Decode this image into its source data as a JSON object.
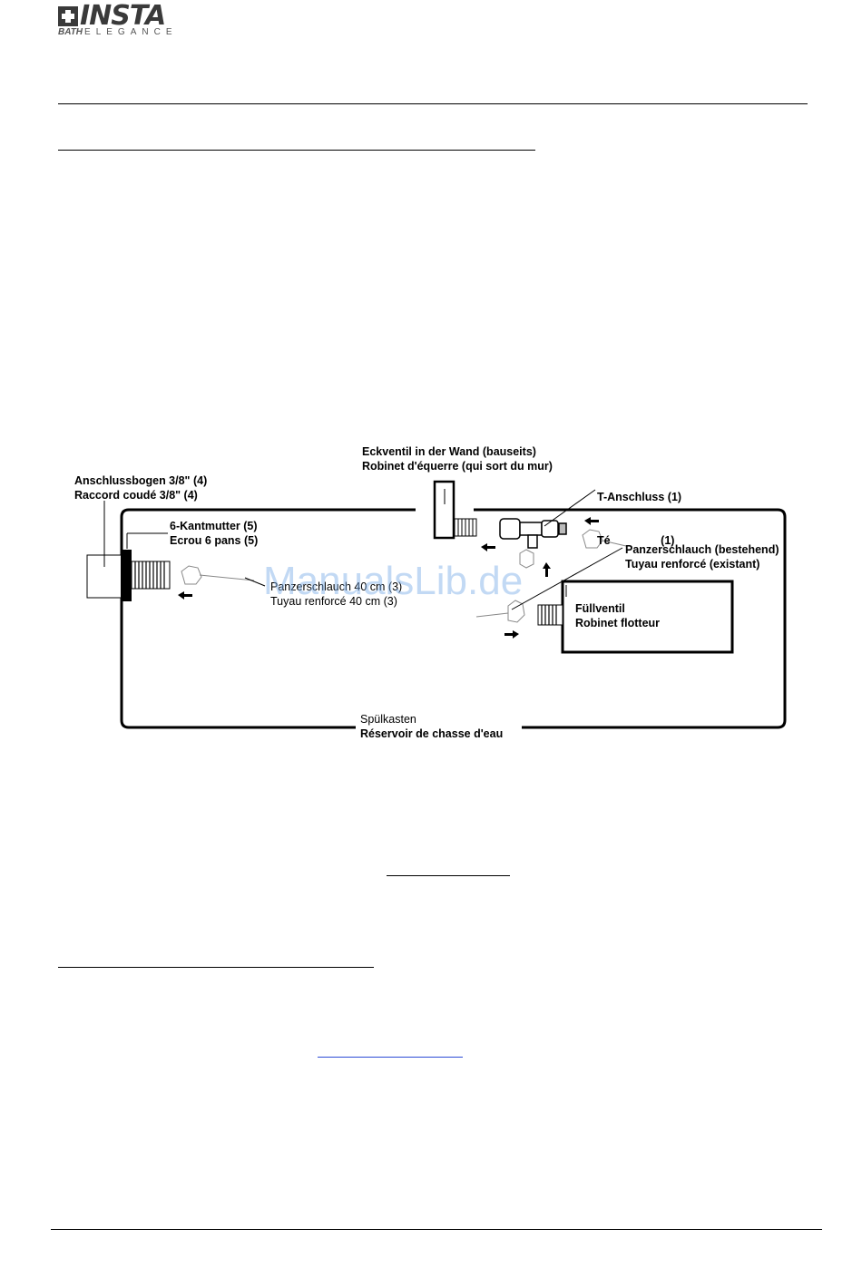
{
  "logo": {
    "brand": "INSTA",
    "tagline_bold": "BATH",
    "tagline": "ELEGANCE"
  },
  "labels": {
    "eckventil_de": "Eckventil in der Wand (bauseits)",
    "eckventil_fr": "Robinet d'équerre (qui sort du mur)",
    "t_anschluss_de": "T-Anschluss (1)",
    "t_anschluss_fr": "Té                (1)",
    "anschlussbogen_de": "Anschlussbogen 3/8\" (4)",
    "anschlussbogen_fr": "Raccord coudé 3/8\"   (4)",
    "kantmutter_de": "6-Kantmutter  (5)",
    "kantmutter_fr": "Ecrou 6 pans  (5)",
    "panzer_existing_de": "Panzerschlauch (bestehend)",
    "panzer_existing_fr": "Tuyau renforcé  (existant)",
    "panzer_new_de": "Panzerschlauch 40 cm (3)",
    "panzer_new_fr": "Tuyau renforcé 40 cm (3)",
    "fuellventil_de": "Füllventil",
    "fuellventil_fr": "Robinet flotteur",
    "spuelkasten_de": "Spülkasten",
    "spuelkasten_fr": "Réservoir de chasse d'eau"
  },
  "watermark": "ManualsLib.de"
}
